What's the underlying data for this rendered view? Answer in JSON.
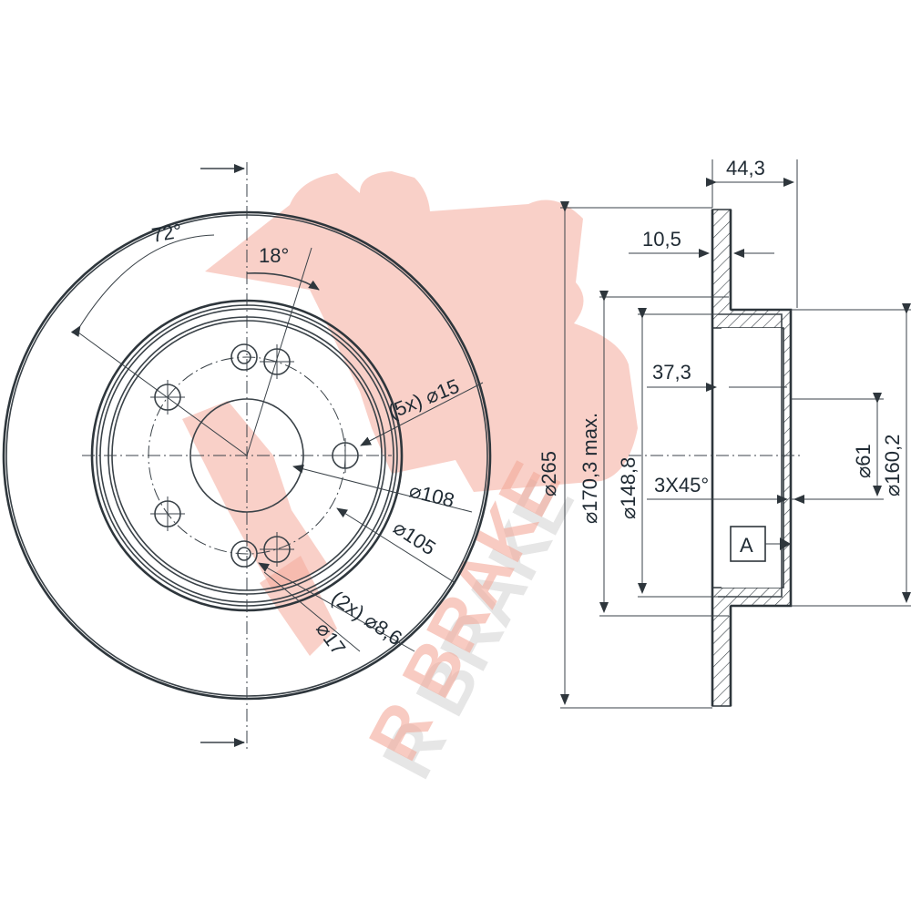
{
  "watermark": {
    "brand": "R BRAKE",
    "color": "#f4aa9a"
  },
  "front_view": {
    "angle_pitch": "72°",
    "angle_offset": "18°",
    "bolt_holes": "(5x) ⌀15",
    "bolt_circle": "⌀108",
    "pilot": "⌀105",
    "small_holes": "(2x) ⌀8,6",
    "small_hole_boss": "⌀17"
  },
  "side_view": {
    "overall_height": "44,3",
    "disc_thickness": "10,5",
    "hat_depth": "37,3",
    "chamfer": "3X45°",
    "outer_diameter": "⌀265",
    "max_wear_diameter": "⌀170,3 max.",
    "hat_diameter": "⌀148,8",
    "center_bore": "⌀61",
    "mount_face": "⌀160,2",
    "datum": "A"
  }
}
